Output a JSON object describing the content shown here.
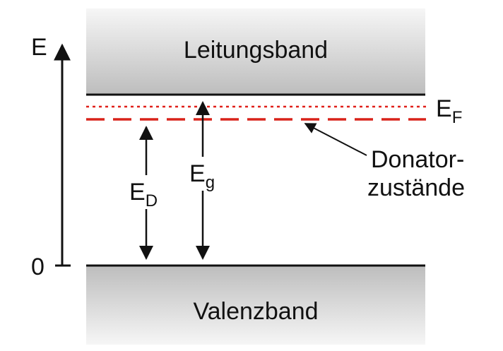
{
  "diagram": {
    "axis": {
      "energy_symbol": "E",
      "zero_label": "0"
    },
    "bands": {
      "conduction": "Leitungsband",
      "valence": "Valenzband"
    },
    "fermi_level": {
      "symbol": "E",
      "subscript": "F"
    },
    "donor_states": {
      "label_line1": "Donator-",
      "label_line2": "zustände"
    },
    "donor_energy": {
      "symbol": "E",
      "subscript": "D"
    },
    "band_gap": {
      "symbol": "E",
      "subscript": "g"
    },
    "colors": {
      "band_fill_top": "#c9c9c9",
      "band_fill_light": "#f4f4f4",
      "band_edge": "#111111",
      "fermi_level": "#e0201a",
      "donor_level": "#d8231a",
      "axis": "#111111"
    }
  }
}
